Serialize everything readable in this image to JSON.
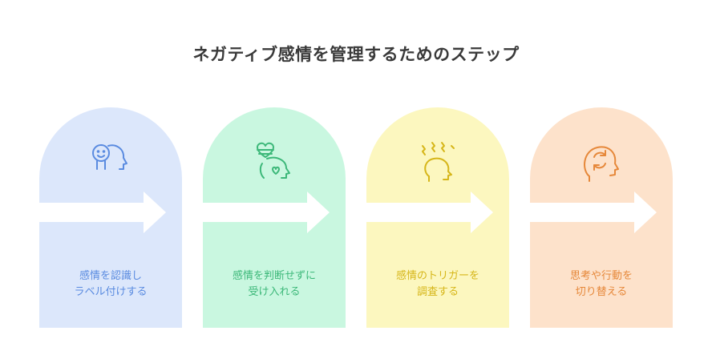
{
  "title": "ネガティブ感情を管理するためのステップ",
  "steps": [
    {
      "line1": "感情を認識し",
      "line2": "ラベル付けする",
      "icon": "face-head-icon",
      "bg": "#dce7fb",
      "fg": "#5a8be0"
    },
    {
      "line1": "感情を判断せずに",
      "line2": "受け入れる",
      "icon": "heart-head-icon",
      "bg": "#c9f7e0",
      "fg": "#3cb879"
    },
    {
      "line1": "感情のトリガーを",
      "line2": "調査する",
      "icon": "trigger-head-icon",
      "bg": "#fcf7bf",
      "fg": "#d6b619"
    },
    {
      "line1": "思考や行動を",
      "line2": "切り替える",
      "icon": "refresh-head-icon",
      "bg": "#fde2cb",
      "fg": "#e6883a"
    }
  ]
}
